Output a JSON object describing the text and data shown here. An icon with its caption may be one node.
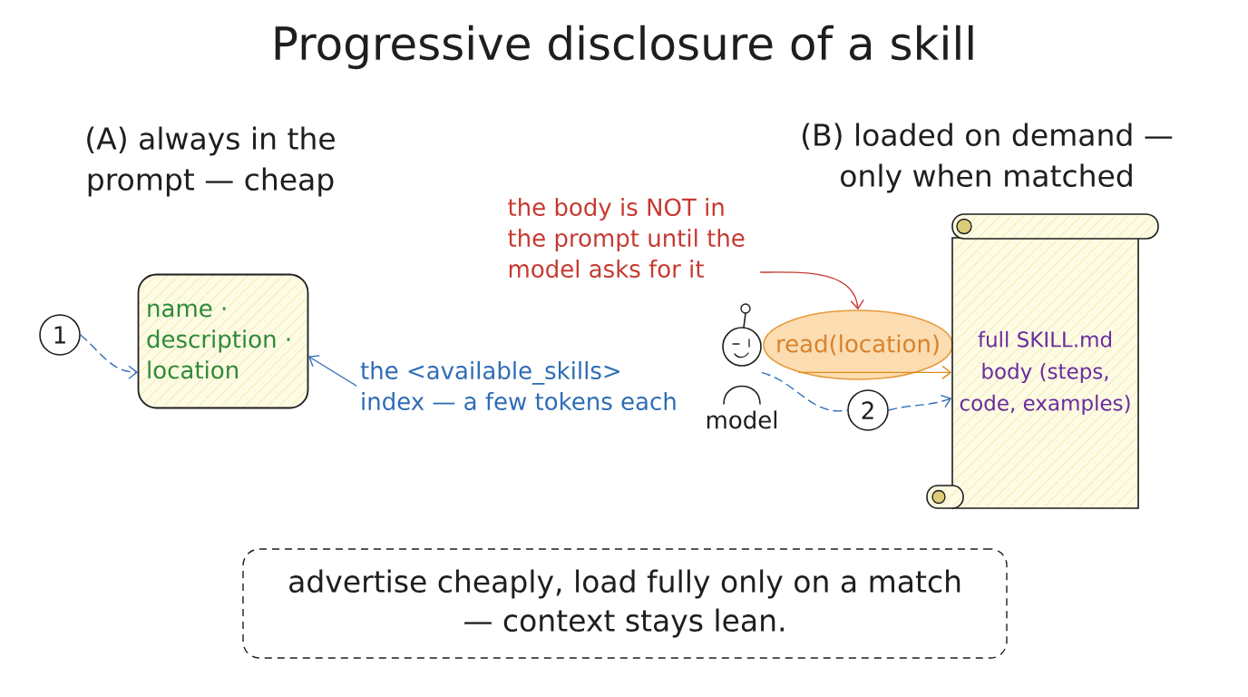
{
  "diagram": {
    "title": "Progressive disclosure of a skill",
    "nodes": [
      {
        "text": [
          "1"
        ]
      },
      {
        "text": [
          "name · description · location"
        ]
      },
      {
        "text": [
          "the <available_skills> index — a few tokens each"
        ]
      },
      {
        "text": [
          "the body is NOT in the prompt until the model asks for it"
        ]
      },
      {
        "text": [],
        "shape": "person",
        "beside": [
          "model"
        ]
      },
      {
        "text": [
          "read(location)"
        ]
      },
      {
        "text": [
          "2"
        ]
      },
      {
        "text": [
          "full SKILL.md body (steps, code, examples)"
        ]
      },
      {
        "text": [
          "advertise cheaply, load fully only on a match — context stays lean."
        ]
      }
    ],
    "edges": [
      {
        "from": 0,
        "to": 1,
        "arrow": "to",
        "style": "dashed"
      },
      {
        "from": 2,
        "to": 1,
        "arrow": "to"
      },
      {
        "from": 3,
        "to": 5,
        "arrow": "to",
        "color": "#c73a32"
      },
      {
        "from": 5,
        "to": 7,
        "arrow": "to",
        "color": "#e08a1e"
      },
      {
        "from": 4,
        "to": 6,
        "arrow": "none",
        "style": "dashed"
      },
      {
        "from": 6,
        "to": 7,
        "arrow": "to",
        "style": "dashed"
      }
    ],
    "labels": [
      "(A) always in the prompt — cheap",
      "(B) loaded on demand — only when matched"
    ]
  }
}
